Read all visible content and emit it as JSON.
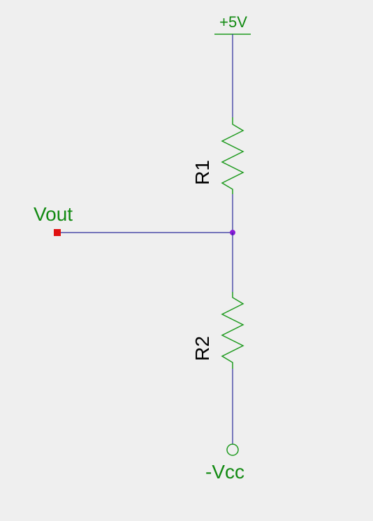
{
  "labels": {
    "supply_top": "+5V",
    "supply_bottom": "-Vcc",
    "output": "Vout",
    "r1": "R1",
    "r2": "R2"
  },
  "colors": {
    "background": "#efefef",
    "wire": "#2a2a9a",
    "resistor": "#1e9a1e",
    "power_label": "#128a12",
    "node_dot": "#8a1ad8",
    "output_port": "#e01010",
    "component_label": "#000000"
  }
}
